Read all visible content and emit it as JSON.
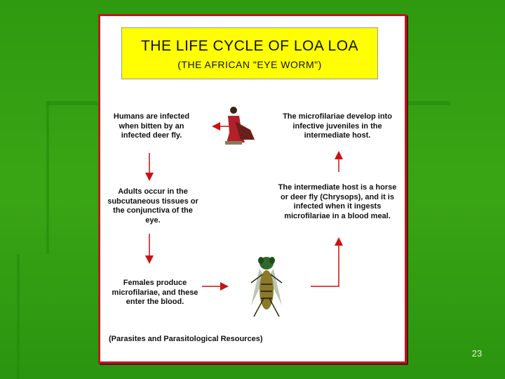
{
  "slide": {
    "number": "23"
  },
  "diagram": {
    "title": "THE LIFE CYCLE OF LOA LOA",
    "subtitle": "(THE AFRICAN \"EYE WORM\")",
    "steps": [
      {
        "id": "human-infected",
        "text": "Humans are infected when bitten by an infected deer fly."
      },
      {
        "id": "adults",
        "text": "Adults occur in the subcutaneous tissues or the conjunctiva of the eye."
      },
      {
        "id": "females",
        "text": "Females produce microfilariae, and these enter the blood."
      },
      {
        "id": "intermediate-host",
        "text": "The intermediate host is a horse or deer fly (Chrysops), and it is infected when it ingests microfilariae in a blood meal."
      },
      {
        "id": "microfilariae-develop",
        "text": "The microfilariae develop into infective juveniles in the intermediate host."
      }
    ],
    "credit": "(Parasites and Parasitological Resources)"
  }
}
